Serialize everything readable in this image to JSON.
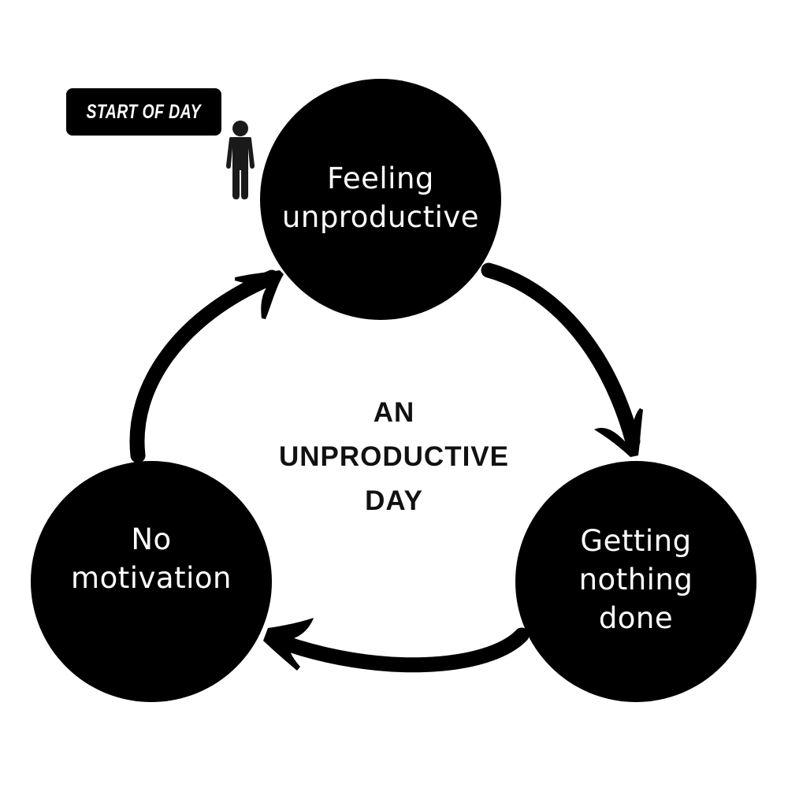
{
  "diagram": {
    "type": "cycle",
    "title_lines": [
      "AN",
      "UNPRODUCTIVE",
      "DAY"
    ],
    "start_badge": {
      "label": "START OF DAY",
      "icon": "person-icon"
    },
    "nodes": [
      {
        "id": "feeling-unproductive",
        "lines": [
          "Feeling",
          "unproductive"
        ]
      },
      {
        "id": "getting-nothing-done",
        "lines": [
          "Getting",
          "nothing",
          "done"
        ]
      },
      {
        "id": "no-motivation",
        "lines": [
          "No",
          "motivation"
        ]
      }
    ],
    "edges": [
      {
        "from": "feeling-unproductive",
        "to": "getting-nothing-done",
        "icon": "curved-arrow-icon"
      },
      {
        "from": "getting-nothing-done",
        "to": "no-motivation",
        "icon": "curved-arrow-icon"
      },
      {
        "from": "no-motivation",
        "to": "feeling-unproductive",
        "icon": "curved-arrow-icon"
      }
    ],
    "colors": {
      "background": "#ffffff",
      "node_fill": "#000000",
      "node_text": "#ffffff",
      "title_text": "#111111",
      "arrow": "#000000"
    }
  }
}
